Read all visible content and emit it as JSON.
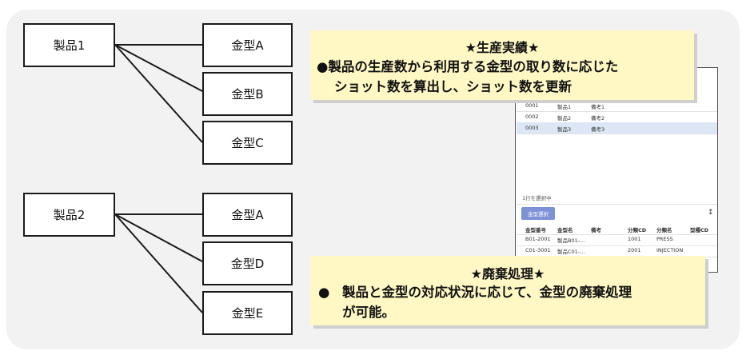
{
  "products": [
    {
      "label": "製品1",
      "molds": [
        "金型A",
        "金型B",
        "金型C"
      ]
    },
    {
      "label": "製品2",
      "molds": [
        "金型A",
        "金型D",
        "金型E"
      ]
    }
  ],
  "callout_production": {
    "title": "★生産実績★",
    "bullet": "●",
    "line1": "製品の生産数から利用する金型の取り数に応じた",
    "line2": "ショット数を算出し、ショット数を更新"
  },
  "callout_disposal": {
    "title": "★廃棄処理★",
    "bullet": "●",
    "line1": "製品と金型の対応状況に応じて、金型の廃棄処理",
    "line2": "が可能。"
  },
  "screenshot": {
    "product_rows": [
      {
        "code": "0001",
        "name": "製品1",
        "note": "備考1",
        "selected": false
      },
      {
        "code": "0002",
        "name": "製品2",
        "note": "備考2",
        "selected": false
      },
      {
        "code": "0003",
        "name": "製品3",
        "note": "備考3",
        "selected": true
      }
    ],
    "status_text": "1行を選択中",
    "select_button": "金型選択",
    "sort_icon": "↕",
    "mold_headers": [
      "金型番号",
      "金型名",
      "備考",
      "分類CD",
      "分類名",
      "型種CD"
    ],
    "mold_rows": [
      [
        "B01-2001",
        "製品B01-...",
        "",
        "1001",
        "PRESS",
        ""
      ],
      [
        "C01-3001",
        "製品C01-...",
        "",
        "2001",
        "INJECTION",
        ""
      ]
    ]
  },
  "colors": {
    "callout_bg": "#fff8c5",
    "panel_bg": "#f2f2f2",
    "button": "#7e92d6",
    "selected_row": "#dce6f5"
  }
}
